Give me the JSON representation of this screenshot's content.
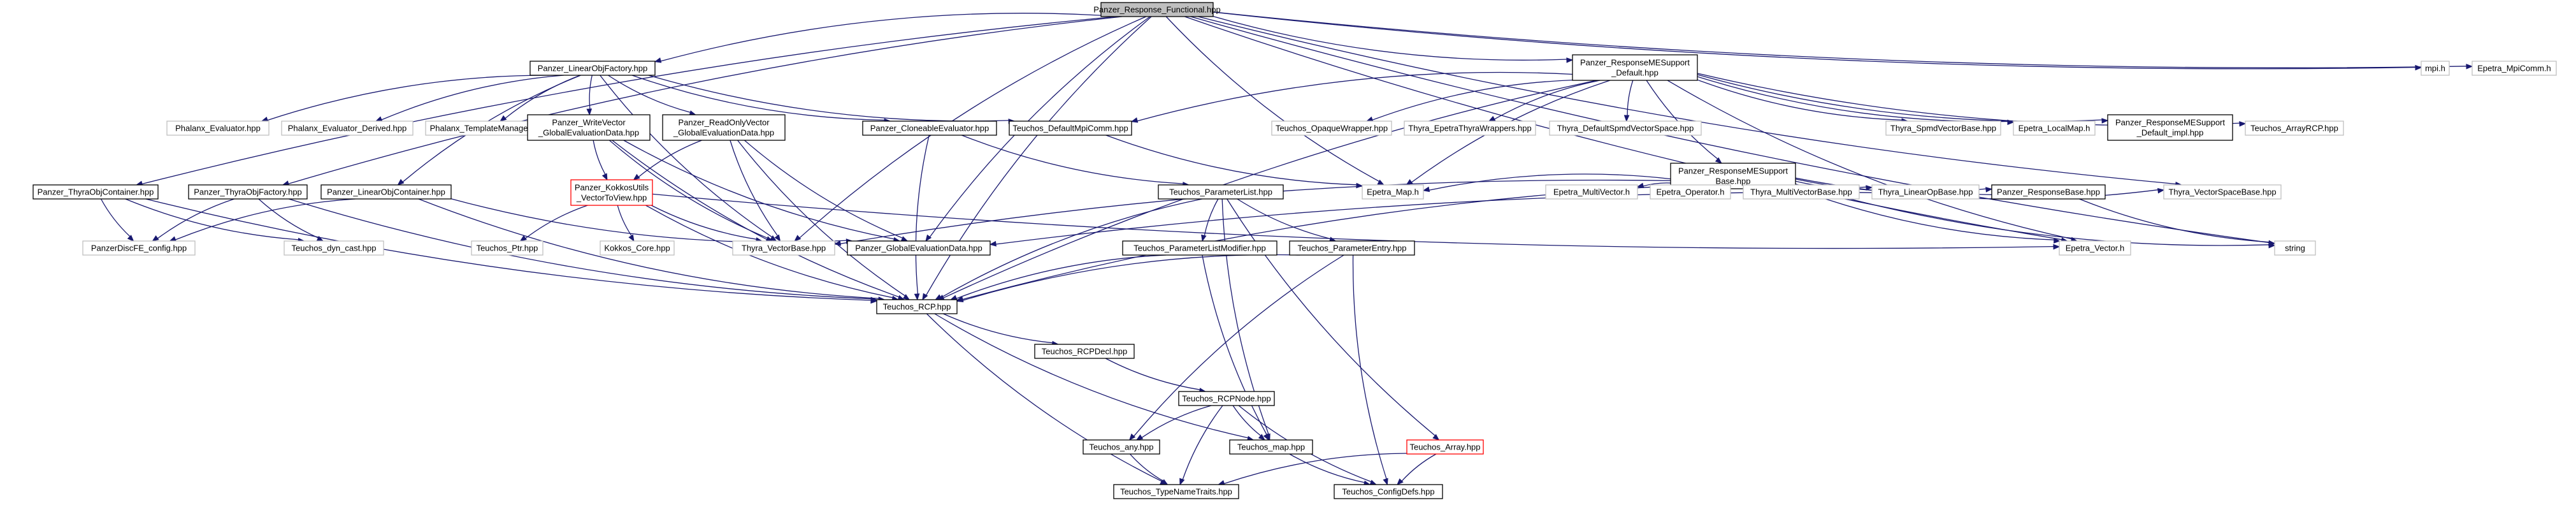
{
  "graph": {
    "nodes": [
      {
        "id": "root",
        "lines": [
          "Panzer_Response_Functional.hpp"
        ],
        "style": "root"
      },
      {
        "id": "LOF",
        "lines": [
          "Panzer_LinearObjFactory.hpp"
        ],
        "style": "normal"
      },
      {
        "id": "RMES",
        "lines": [
          "Panzer_ResponseMESupport",
          "_Default.hpp"
        ],
        "style": "normal"
      },
      {
        "id": "mpi",
        "lines": [
          "mpi.h"
        ],
        "style": "ext"
      },
      {
        "id": "EMpiComm",
        "lines": [
          "Epetra_MpiComm.h"
        ],
        "style": "ext"
      },
      {
        "id": "PhxEval",
        "lines": [
          "Phalanx_Evaluator.hpp"
        ],
        "style": "ext"
      },
      {
        "id": "PhxEvalD",
        "lines": [
          "Phalanx_Evaluator_Derived.hpp"
        ],
        "style": "ext"
      },
      {
        "id": "PhxTM",
        "lines": [
          "Phalanx_TemplateManager.hpp"
        ],
        "style": "ext"
      },
      {
        "id": "WVGED",
        "lines": [
          "Panzer_WriteVector",
          "_GlobalEvaluationData.hpp"
        ],
        "style": "normal"
      },
      {
        "id": "ROVGED",
        "lines": [
          "Panzer_ReadOnlyVector",
          "_GlobalEvaluationData.hpp"
        ],
        "style": "normal"
      },
      {
        "id": "CloneEval",
        "lines": [
          "Panzer_CloneableEvaluator.hpp"
        ],
        "style": "normal"
      },
      {
        "id": "TDMC",
        "lines": [
          "Teuchos_DefaultMpiComm.hpp"
        ],
        "style": "normal"
      },
      {
        "id": "TOW",
        "lines": [
          "Teuchos_OpaqueWrapper.hpp"
        ],
        "style": "ext"
      },
      {
        "id": "TETW",
        "lines": [
          "Thyra_EpetraThyraWrappers.hpp"
        ],
        "style": "ext"
      },
      {
        "id": "TDSVS",
        "lines": [
          "Thyra_DefaultSpmdVectorSpace.hpp"
        ],
        "style": "ext"
      },
      {
        "id": "RMESB",
        "lines": [
          "Panzer_ResponseMESupport",
          "Base.hpp"
        ],
        "style": "normal"
      },
      {
        "id": "TSVB",
        "lines": [
          "Thyra_SpmdVectorBase.hpp"
        ],
        "style": "ext"
      },
      {
        "id": "ELM",
        "lines": [
          "Epetra_LocalMap.h"
        ],
        "style": "ext"
      },
      {
        "id": "RMESDI",
        "lines": [
          "Panzer_ResponseMESupport",
          "_Default_impl.hpp"
        ],
        "style": "normal"
      },
      {
        "id": "TARCP",
        "lines": [
          "Teuchos_ArrayRCP.hpp"
        ],
        "style": "ext"
      },
      {
        "id": "TOC",
        "lines": [
          "Panzer_ThyraObjContainer.hpp"
        ],
        "style": "normal"
      },
      {
        "id": "TOF",
        "lines": [
          "Panzer_ThyraObjFactory.hpp"
        ],
        "style": "normal"
      },
      {
        "id": "LOC",
        "lines": [
          "Panzer_LinearObjContainer.hpp"
        ],
        "style": "normal"
      },
      {
        "id": "KUV",
        "lines": [
          "Panzer_KokkosUtils",
          "_VectorToView.hpp"
        ],
        "style": "red"
      },
      {
        "id": "TPL",
        "lines": [
          "Teuchos_ParameterList.hpp"
        ],
        "style": "normal"
      },
      {
        "id": "EMap",
        "lines": [
          "Epetra_Map.h"
        ],
        "style": "ext"
      },
      {
        "id": "EMV",
        "lines": [
          "Epetra_MultiVector.h"
        ],
        "style": "ext"
      },
      {
        "id": "EOp",
        "lines": [
          "Epetra_Operator.h"
        ],
        "style": "ext"
      },
      {
        "id": "TMVB",
        "lines": [
          "Thyra_MultiVectorBase.hpp"
        ],
        "style": "ext"
      },
      {
        "id": "TLOB",
        "lines": [
          "Thyra_LinearOpBase.hpp"
        ],
        "style": "ext"
      },
      {
        "id": "RB",
        "lines": [
          "Panzer_ResponseBase.hpp"
        ],
        "style": "normal"
      },
      {
        "id": "TVSB",
        "lines": [
          "Thyra_VectorSpaceBase.hpp"
        ],
        "style": "ext"
      },
      {
        "id": "PDFC",
        "lines": [
          "PanzerDiscFE_config.hpp"
        ],
        "style": "ext"
      },
      {
        "id": "TDC",
        "lines": [
          "Teuchos_dyn_cast.hpp"
        ],
        "style": "ext"
      },
      {
        "id": "TPtr",
        "lines": [
          "Teuchos_Ptr.hpp"
        ],
        "style": "ext"
      },
      {
        "id": "KC",
        "lines": [
          "Kokkos_Core.hpp"
        ],
        "style": "ext"
      },
      {
        "id": "TVB",
        "lines": [
          "Thyra_VectorBase.hpp"
        ],
        "style": "ext"
      },
      {
        "id": "GED",
        "lines": [
          "Panzer_GlobalEvaluationData.hpp"
        ],
        "style": "normal"
      },
      {
        "id": "TPLM",
        "lines": [
          "Teuchos_ParameterListModifier.hpp"
        ],
        "style": "normal"
      },
      {
        "id": "TPE",
        "lines": [
          "Teuchos_ParameterEntry.hpp"
        ],
        "style": "normal"
      },
      {
        "id": "EV",
        "lines": [
          "Epetra_Vector.h"
        ],
        "style": "ext"
      },
      {
        "id": "str",
        "lines": [
          "string"
        ],
        "style": "ext"
      },
      {
        "id": "RCP",
        "lines": [
          "Teuchos_RCP.hpp"
        ],
        "style": "normal"
      },
      {
        "id": "RCPDecl",
        "lines": [
          "Teuchos_RCPDecl.hpp"
        ],
        "style": "normal"
      },
      {
        "id": "RCPNode",
        "lines": [
          "Teuchos_RCPNode.hpp"
        ],
        "style": "normal"
      },
      {
        "id": "any",
        "lines": [
          "Teuchos_any.hpp"
        ],
        "style": "normal"
      },
      {
        "id": "map",
        "lines": [
          "Teuchos_map.hpp"
        ],
        "style": "normal"
      },
      {
        "id": "TArr",
        "lines": [
          "Teuchos_Array.hpp"
        ],
        "style": "red"
      },
      {
        "id": "TNT",
        "lines": [
          "Teuchos_TypeNameTraits.hpp"
        ],
        "style": "normal"
      },
      {
        "id": "CD",
        "lines": [
          "Teuchos_ConfigDefs.hpp"
        ],
        "style": "normal"
      }
    ],
    "edges": [
      [
        "root",
        "LOF"
      ],
      [
        "root",
        "RMES"
      ],
      [
        "root",
        "mpi"
      ],
      [
        "root",
        "EMpiComm"
      ],
      [
        "root",
        "TOC"
      ],
      [
        "root",
        "TOF"
      ],
      [
        "root",
        "TVB"
      ],
      [
        "root",
        "GED"
      ],
      [
        "root",
        "RCP"
      ],
      [
        "root",
        "EMap"
      ],
      [
        "root",
        "EV"
      ],
      [
        "root",
        "TVSB"
      ],
      [
        "root",
        "str"
      ],
      [
        "LOF",
        "PhxEval"
      ],
      [
        "LOF",
        "PhxEvalD"
      ],
      [
        "LOF",
        "PhxTM"
      ],
      [
        "LOF",
        "WVGED"
      ],
      [
        "LOF",
        "ROVGED"
      ],
      [
        "LOF",
        "CloneEval"
      ],
      [
        "LOF",
        "TDMC"
      ],
      [
        "LOF",
        "LOC"
      ],
      [
        "LOF",
        "TVB"
      ],
      [
        "RMES",
        "TDMC"
      ],
      [
        "RMES",
        "TOW"
      ],
      [
        "RMES",
        "TETW"
      ],
      [
        "RMES",
        "TDSVS"
      ],
      [
        "RMES",
        "RMESB"
      ],
      [
        "RMES",
        "TSVB"
      ],
      [
        "RMES",
        "ELM"
      ],
      [
        "RMES",
        "RMESDI"
      ],
      [
        "RMES",
        "TARCP"
      ],
      [
        "RMES",
        "RCP"
      ],
      [
        "RMES",
        "EMap"
      ],
      [
        "RMES",
        "EV"
      ],
      [
        "TDMC",
        "EMap"
      ],
      [
        "WVGED",
        "KUV"
      ],
      [
        "WVGED",
        "TVB"
      ],
      [
        "WVGED",
        "GED"
      ],
      [
        "WVGED",
        "RCP"
      ],
      [
        "ROVGED",
        "KUV"
      ],
      [
        "ROVGED",
        "TVB"
      ],
      [
        "ROVGED",
        "GED"
      ],
      [
        "ROVGED",
        "RCP"
      ],
      [
        "CloneEval",
        "TPL"
      ],
      [
        "CloneEval",
        "RCP"
      ],
      [
        "RMESB",
        "EMap"
      ],
      [
        "RMESB",
        "EMV"
      ],
      [
        "RMESB",
        "EOp"
      ],
      [
        "RMESB",
        "TMVB"
      ],
      [
        "RMESB",
        "TLOB"
      ],
      [
        "RMESB",
        "RB"
      ],
      [
        "RMESB",
        "TVSB"
      ],
      [
        "RMESB",
        "str"
      ],
      [
        "RMESB",
        "EV"
      ],
      [
        "RMESB",
        "TVB"
      ],
      [
        "RMESB",
        "RCP"
      ],
      [
        "RB",
        "str"
      ],
      [
        "RB",
        "GED"
      ],
      [
        "TOC",
        "PDFC"
      ],
      [
        "TOC",
        "TDC"
      ],
      [
        "TOC",
        "RCP"
      ],
      [
        "TOF",
        "PDFC"
      ],
      [
        "TOF",
        "TDC"
      ],
      [
        "TOF",
        "RCP"
      ],
      [
        "LOC",
        "PDFC"
      ],
      [
        "LOC",
        "GED"
      ],
      [
        "LOC",
        "RCP"
      ],
      [
        "KUV",
        "TPtr"
      ],
      [
        "KUV",
        "KC"
      ],
      [
        "KUV",
        "TVB"
      ],
      [
        "KUV",
        "RCP"
      ],
      [
        "KUV",
        "EV"
      ],
      [
        "TPL",
        "TPLM"
      ],
      [
        "TPL",
        "TPE"
      ],
      [
        "TPL",
        "RCP"
      ],
      [
        "TPL",
        "map"
      ],
      [
        "TPL",
        "TArr"
      ],
      [
        "TPLM",
        "RCP"
      ],
      [
        "TPLM",
        "map"
      ],
      [
        "TPE",
        "RCP"
      ],
      [
        "TPE",
        "any"
      ],
      [
        "TPE",
        "CD"
      ],
      [
        "RCP",
        "RCPDecl"
      ],
      [
        "RCP",
        "map"
      ],
      [
        "RCP",
        "TNT"
      ],
      [
        "RCPDecl",
        "RCPNode"
      ],
      [
        "RCPNode",
        "any"
      ],
      [
        "RCPNode",
        "map"
      ],
      [
        "RCPNode",
        "TNT"
      ],
      [
        "RCPNode",
        "CD"
      ],
      [
        "any",
        "TNT"
      ],
      [
        "map",
        "CD"
      ],
      [
        "TArr",
        "TNT"
      ],
      [
        "TArr",
        "CD"
      ]
    ]
  }
}
